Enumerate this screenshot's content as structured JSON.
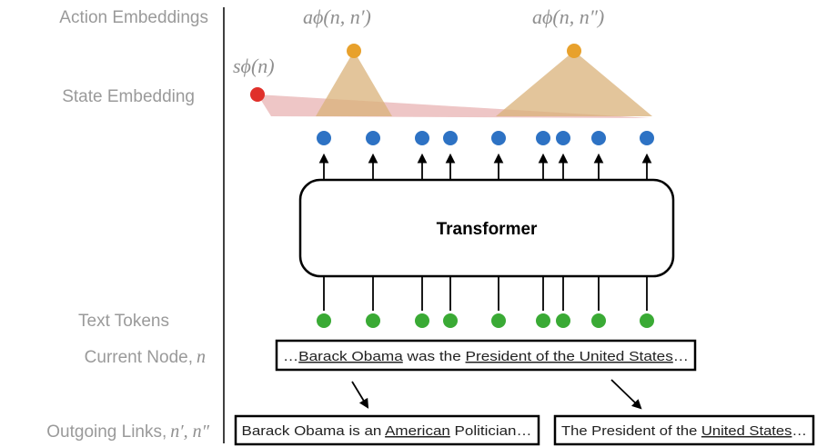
{
  "labels": {
    "action_embeddings": "Action Embeddings",
    "state_embedding": "State Embedding",
    "text_tokens": "Text Tokens",
    "current_node": "Current Node,",
    "current_node_var": "n",
    "outgoing_links": "Outgoing Links,",
    "outgoing_links_var": "n′, n″"
  },
  "math": {
    "action1": "aϕ(n, n′)",
    "action2": "aϕ(n, n″)",
    "state": "sϕ(n)"
  },
  "transformer_label": "Transformer",
  "current_node_text": {
    "part1": "…",
    "link1": "Barack Obama",
    "part2": " was the ",
    "link2": "President of the United States",
    "part3": "…"
  },
  "outgoing_link_1": {
    "part1": "Barack Obama is an ",
    "link": "American",
    "part2": " Politician…"
  },
  "outgoing_link_2": {
    "part1": "The President of the ",
    "link": "United States",
    "part2": "…"
  },
  "colors": {
    "token_green": "#3aaa35",
    "embedding_blue": "#2d72c4",
    "action_orange": "#e8a12c",
    "state_red": "#e0302a",
    "triangle_tan": "#d9b27a",
    "state_band": "#e2a0a0"
  }
}
